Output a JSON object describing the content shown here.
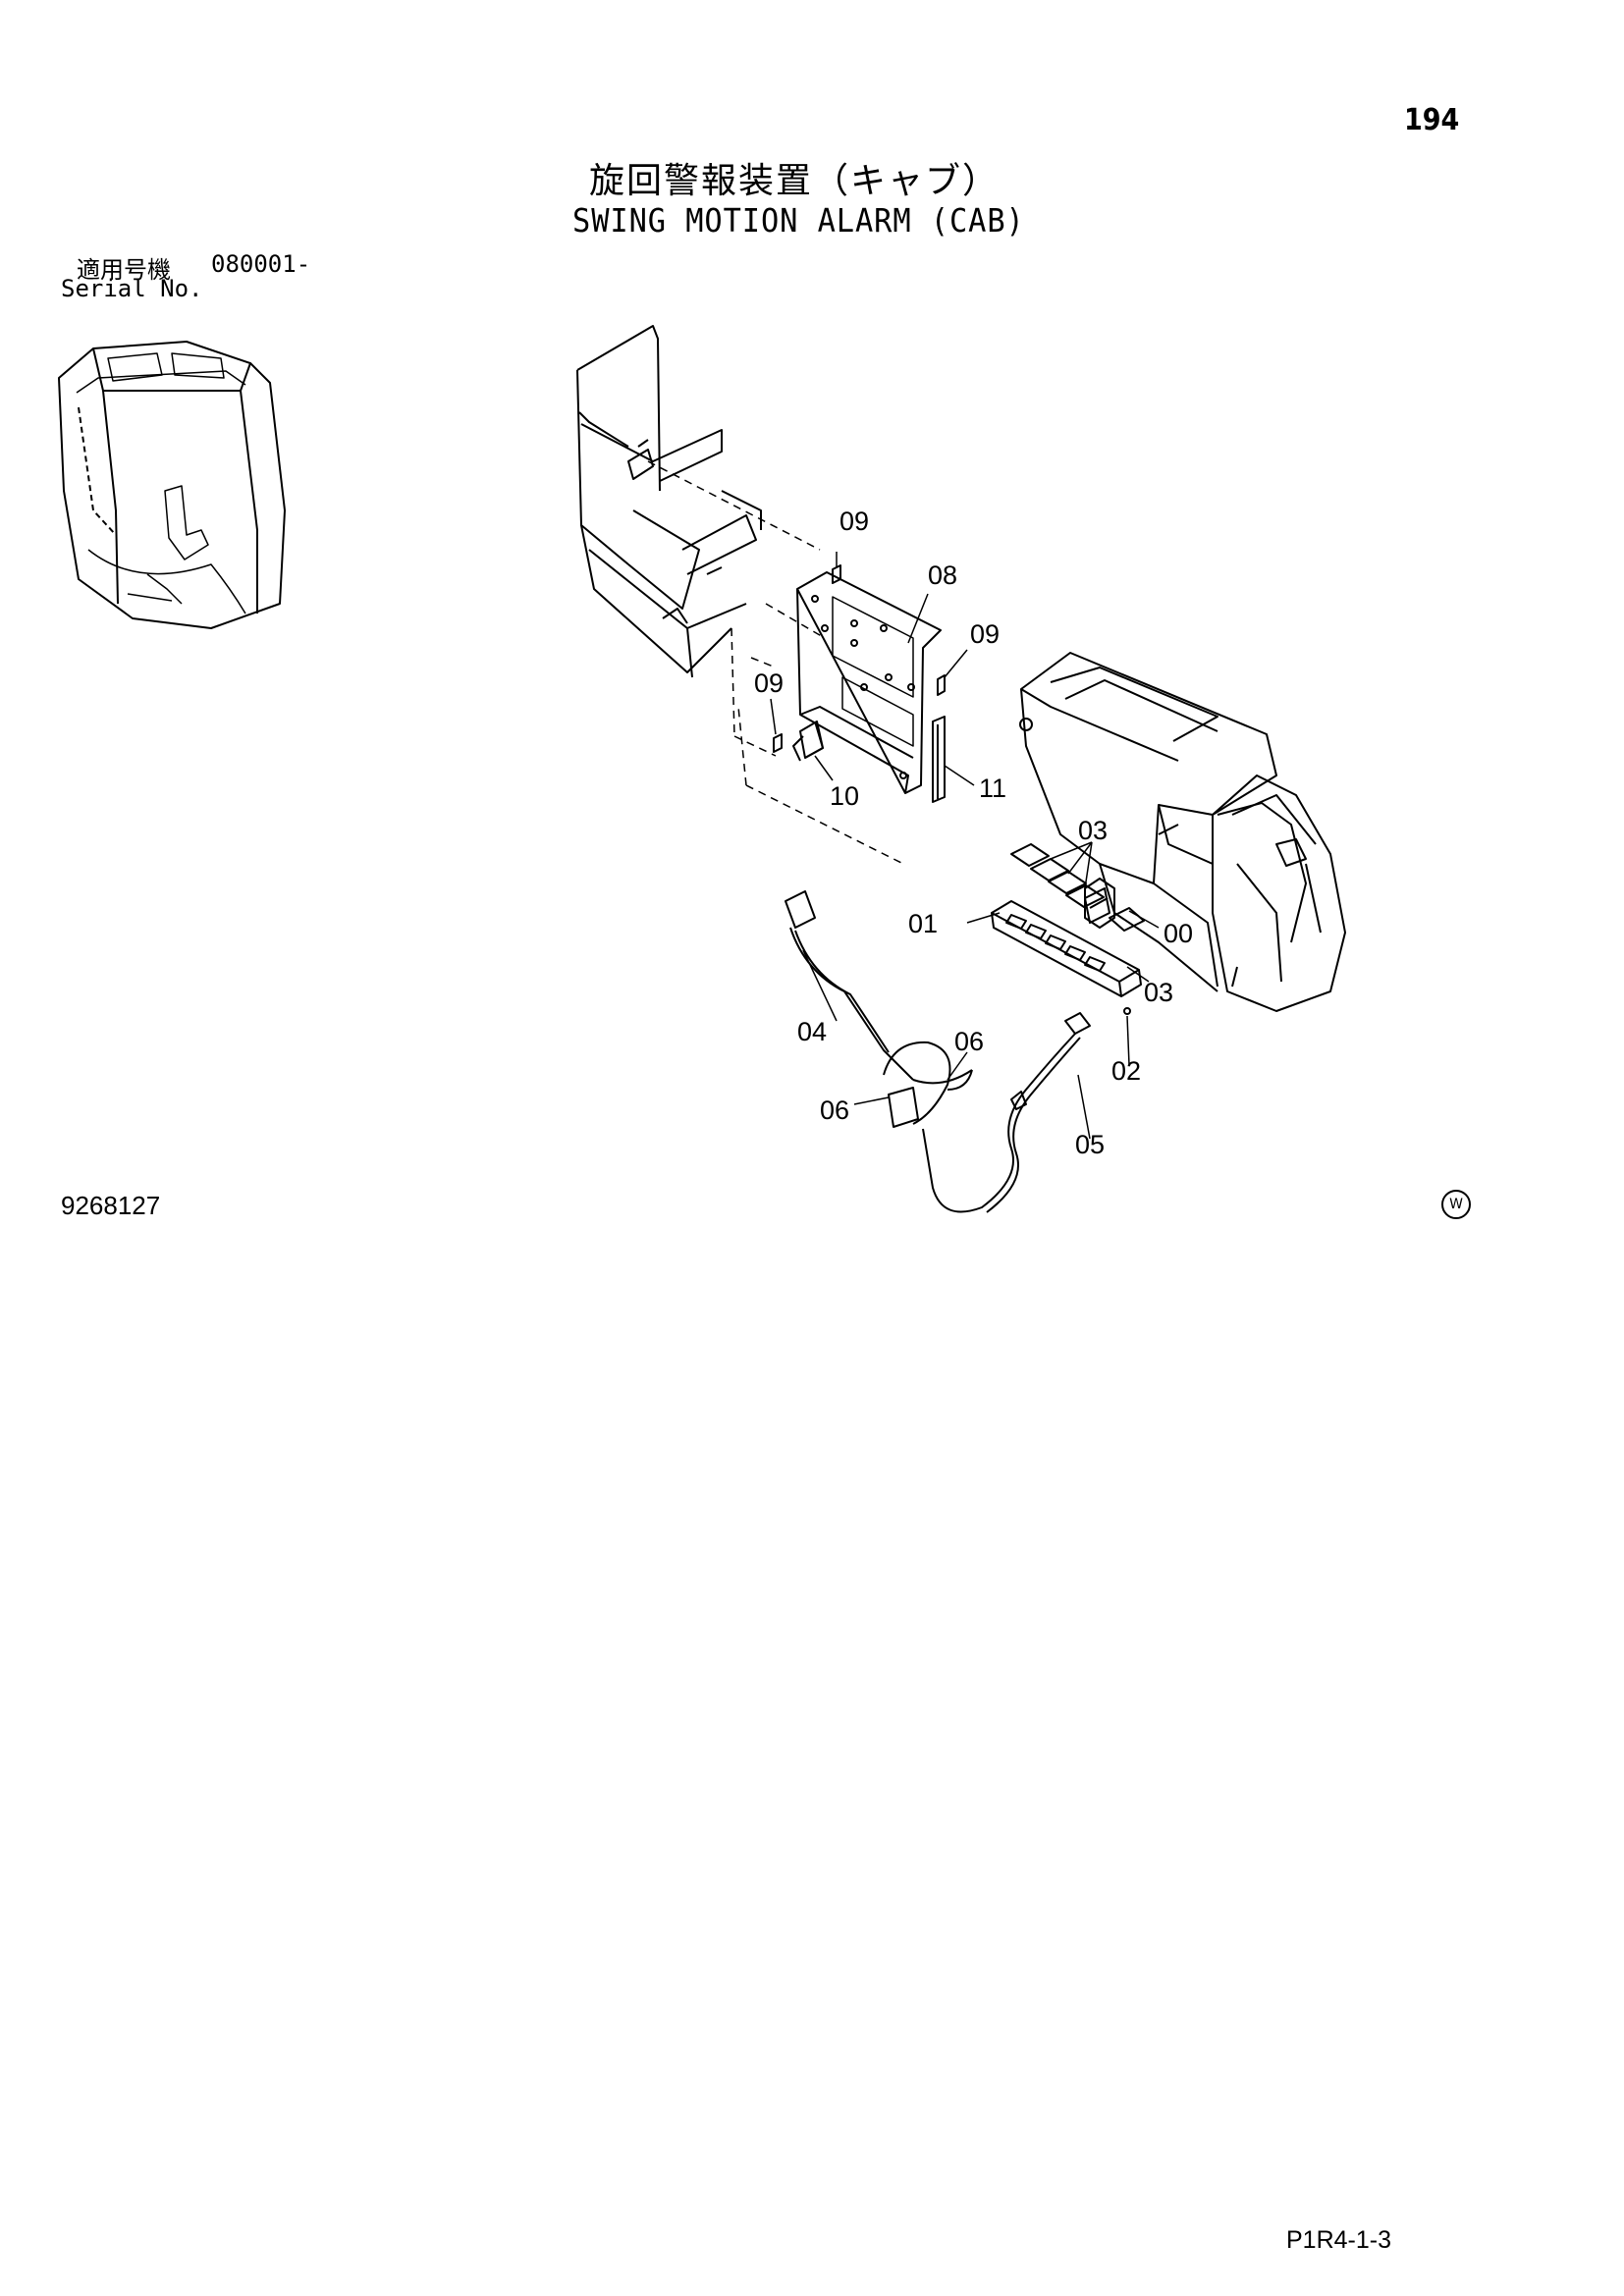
{
  "page_number": "194",
  "title_ja": "旋回警報装置（キャブ）",
  "title_en": "SWING MOTION ALARM (CAB)",
  "serial": {
    "label_ja": "適用号機",
    "label_en": "Serial No.",
    "value": "080001-"
  },
  "callouts": [
    "09",
    "08",
    "09",
    "09",
    "10",
    "11",
    "03",
    "01",
    "00",
    "03",
    "04",
    "02",
    "06",
    "06",
    "05"
  ],
  "drawing_number": "9268127",
  "mark": "W",
  "page_code": "P1R4-1-3"
}
